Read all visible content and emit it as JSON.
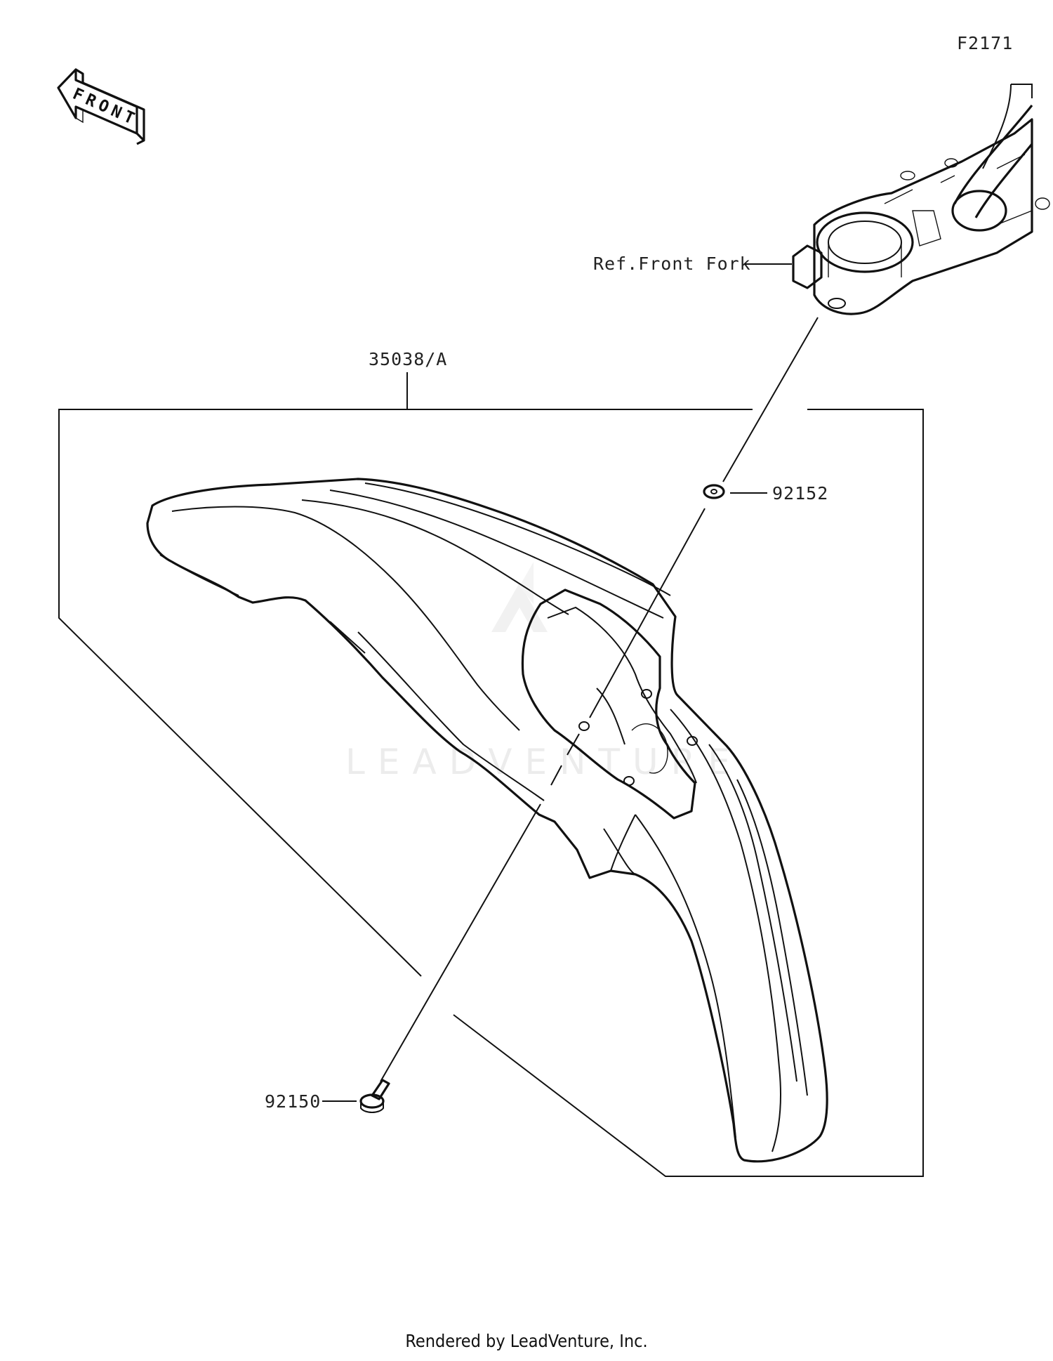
{
  "diagram_id": "F2171",
  "orientation_label": "FRONT",
  "watermark": "LEADVENTURE",
  "callouts": {
    "fork_ref": "Ref.Front Fork",
    "assembly": "35038/A",
    "washer": "92152",
    "bolt": "92150"
  },
  "footer": "Rendered by LeadVenture, Inc."
}
